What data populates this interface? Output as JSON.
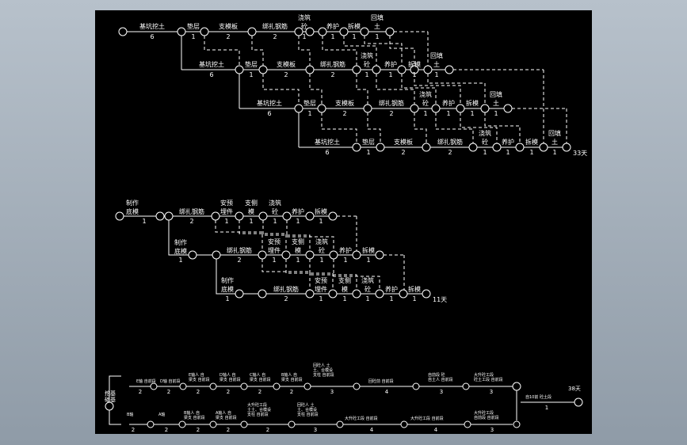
{
  "colors": {
    "frame": "#9eaab6",
    "canvas": "#000000",
    "ink": "#ffffff"
  },
  "diagram1": {
    "total": "33天",
    "labels": {
      "l1": "基坑挖土",
      "d1": "6",
      "l2": "垫层",
      "d2": "1",
      "l3": "支模板",
      "d3": "2",
      "l4": "绑扎钢筋",
      "d4": "2",
      "l5a": "浇筑",
      "l5b": "砼",
      "d5": "1",
      "l6": "养护",
      "d6": "1",
      "l7": "拆模",
      "d7": "1",
      "l8a": "回填",
      "l8b": "土",
      "d8": "1"
    }
  },
  "diagram2": {
    "total": "11天",
    "labels": {
      "a1a": "制作",
      "a1b": "底模",
      "da1": "1",
      "a2": "绑扎钢筋",
      "da2": "2",
      "a3a": "安预",
      "a3b": "埋件",
      "da3": "1",
      "a4a": "支侧",
      "a4b": "模",
      "da4": "1",
      "a5a": "浇筑",
      "a5b": "砼",
      "da5": "1",
      "a6": "养护",
      "da6": "1",
      "a7": "拆模",
      "da7": "1"
    }
  },
  "diagram3": {
    "total": "38天",
    "start_a": "挖基",
    "start_b": "础基",
    "labels": {
      "t1": "E轴 自前段",
      "t2": "D轴 自前段",
      "t3": "E轴人 自\n梁支 自前段",
      "t4": "D轴人 自\n梁支 自前段",
      "t5": "C轴人 自\n梁支 自前段",
      "t6": "B轴人 自\n梁支 自前段",
      "t7": "回砼人 土\n土、合模设\n支柱 自前段",
      "t8": "回砼前 自前段",
      "t9": "自前段 砼\n自土人 自前段",
      "t10": "大升砼工段\n砼土工段 自前段",
      "t11": "自10前 砼土段",
      "b1": "B轴",
      "b2": "A轴",
      "b3": "B轴人 自\n梁支 自前段",
      "b4": "A轴人 自\n梁支 自前段",
      "b5": "大升砼工段\n土土、合模设\n支柱 自前段",
      "b6": "回砼人 土\n土、合模设\n支柱 自前段",
      "b7": "大升砼工段 自前段",
      "b8": "大升砼工段 自前段",
      "b9": "大升砼工段\n自前段 自前段"
    },
    "durations": [
      "2",
      "2",
      "2",
      "2",
      "2",
      "2",
      "3",
      "4",
      "3",
      "3",
      "1"
    ],
    "bottom_durations": [
      "2",
      "2",
      "2",
      "2",
      "2",
      "3",
      "4",
      "4",
      "3"
    ]
  }
}
